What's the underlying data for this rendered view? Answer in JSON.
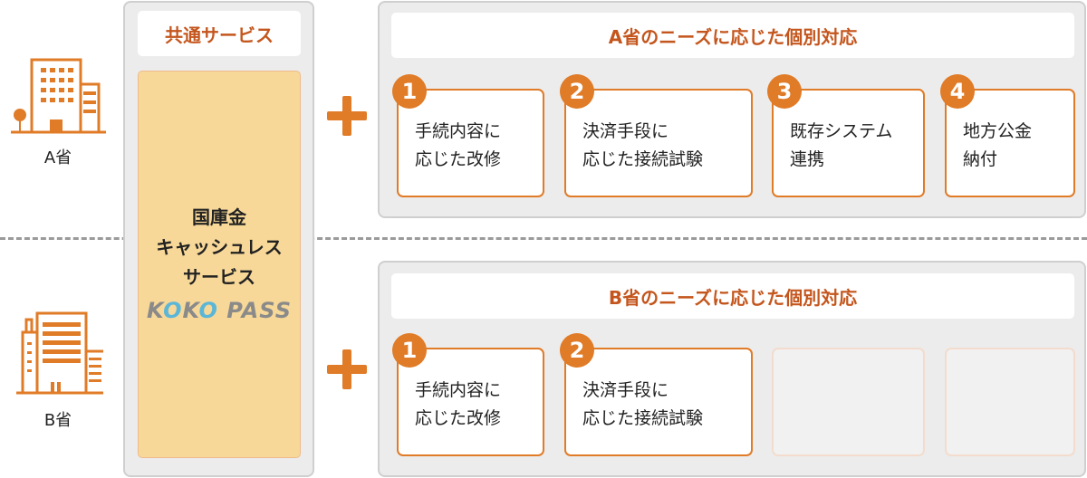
{
  "provinces": [
    {
      "label": "A省"
    },
    {
      "label": "B省"
    }
  ],
  "common": {
    "title": "共通サービス",
    "service_lines": [
      "国庫金",
      "キャッシュレス",
      "サービス"
    ],
    "logo_text": "KOKOPASS"
  },
  "a_panel": {
    "title": "A省のニーズに応じた個別対応",
    "items": [
      {
        "num": "1",
        "lines": [
          "手続内容に",
          "応じた改修"
        ]
      },
      {
        "num": "2",
        "lines": [
          "決済手段に",
          "応じた接続試験"
        ]
      },
      {
        "num": "3",
        "lines": [
          "既存システム",
          "連携"
        ]
      },
      {
        "num": "4",
        "lines": [
          "地方公金",
          "納付"
        ]
      }
    ]
  },
  "b_panel": {
    "title": "B省のニーズに応じた個別対応",
    "items": [
      {
        "num": "1",
        "lines": [
          "手続内容に",
          "応じた改修"
        ]
      },
      {
        "num": "2",
        "lines": [
          "決済手段に",
          "応じた接続試験"
        ]
      }
    ]
  },
  "colors": {
    "accent": "#e07b27",
    "title": "#c4561d",
    "service_bg": "#f7d898"
  }
}
